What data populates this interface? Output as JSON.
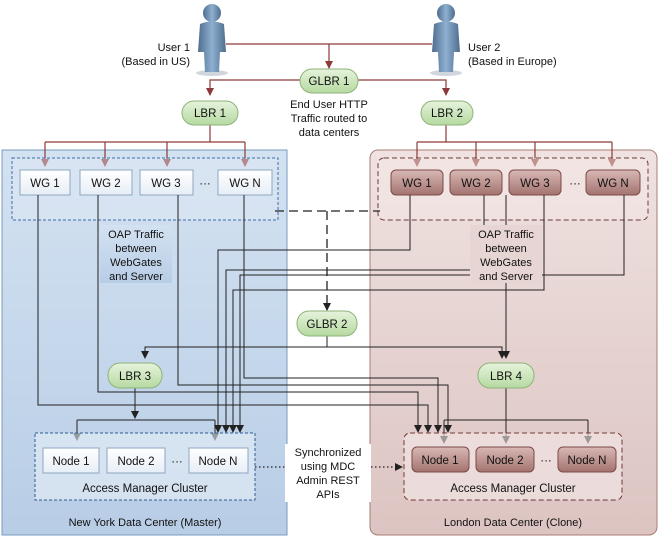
{
  "users": {
    "user1": {
      "name": "User 1",
      "location": "(Based in US)"
    },
    "user2": {
      "name": "User 2",
      "location": "(Based in Europe)"
    }
  },
  "balancers": {
    "glbr1": "GLBR 1",
    "glbr2": "GLBR 2",
    "lbr1": "LBR 1",
    "lbr2": "LBR 2",
    "lbr3": "LBR 3",
    "lbr4": "LBR 4"
  },
  "notes": {
    "http_traffic": [
      "End User HTTP",
      "Traffic routed to",
      "data centers"
    ],
    "oap_traffic": [
      "OAP Traffic",
      "between",
      "WebGates",
      "and Server"
    ],
    "sync": [
      "Synchronized",
      "using MDC",
      "Admin REST",
      "APIs"
    ]
  },
  "webgates": [
    "WG 1",
    "WG 2",
    "WG 3",
    "WG N"
  ],
  "nodes": [
    "Node 1",
    "Node 2",
    "Node N"
  ],
  "ellipsis": "···",
  "cluster_label": "Access Manager Cluster",
  "datacenters": {
    "ny": "New York Data Center (Master)",
    "london": "London Data Center (Clone)"
  },
  "colors": {
    "ny_bg": "#c6d9ed",
    "london_bg": "#e8d5d3",
    "lb_green": "#cde6bf",
    "arrow_red": "#8e3a3a",
    "wg_london": "#b98a87"
  }
}
